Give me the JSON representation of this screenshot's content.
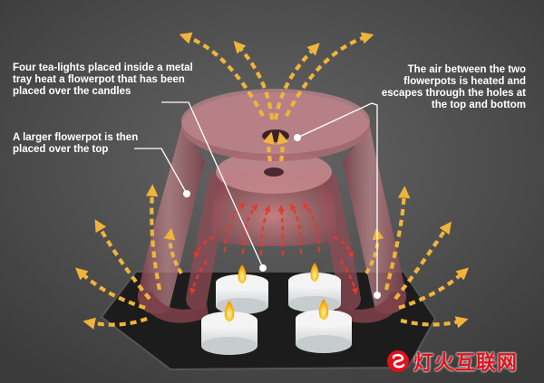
{
  "callouts": {
    "tealights": "Four tea-lights placed inside a metal tray heat a flowerpot that has been placed over the candles",
    "larger_pot": "A larger flowerpot is then placed over the top",
    "air": "The air between the two flowerpots is heated and escapes through the holes at the top and bottom"
  },
  "watermark": {
    "text": "灯火互联网"
  },
  "colors": {
    "background": "#4a4a4a",
    "pot": "#a05a63",
    "tray": "#1c1c1c",
    "hot_air_arrow": "#f0b43a",
    "inner_heat_arrow": "#e23a2c",
    "callout_text": "#ffffff",
    "watermark": "#e0111b"
  }
}
